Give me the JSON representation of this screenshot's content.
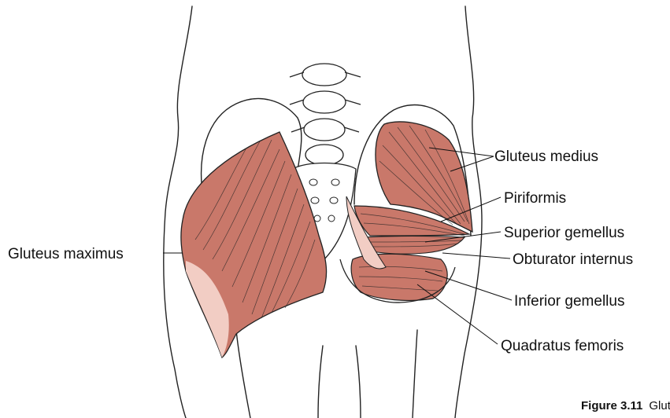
{
  "labels": {
    "gluteus_maximus": "Gluteus maximus",
    "gluteus_medius": "Gluteus medius",
    "piriformis": "Piriformis",
    "superior_gemellus": "Superior gemellus",
    "obturator_internus": "Obturator internus",
    "inferior_gemellus": "Inferior gemellus",
    "quadratus_femoris": "Quadratus femoris"
  },
  "caption": {
    "number": "Figure 3.11",
    "text": "Glute"
  },
  "colors": {
    "muscle": "#c9786a",
    "muscle_light": "#f2cdc4",
    "outline": "#222222",
    "bone": "#ffffff"
  }
}
